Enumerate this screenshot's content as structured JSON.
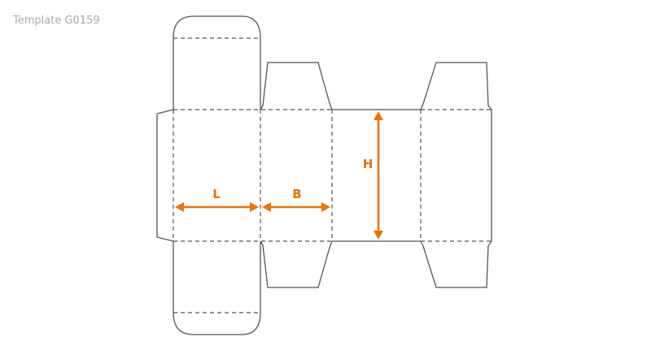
{
  "title": "Template G0159",
  "dimensions": {
    "length_label": "L",
    "breadth_label": "B",
    "height_label": "H"
  },
  "colors": {
    "dimension": "#e8720c",
    "line": "#555555",
    "title": "#a8a8a8"
  }
}
